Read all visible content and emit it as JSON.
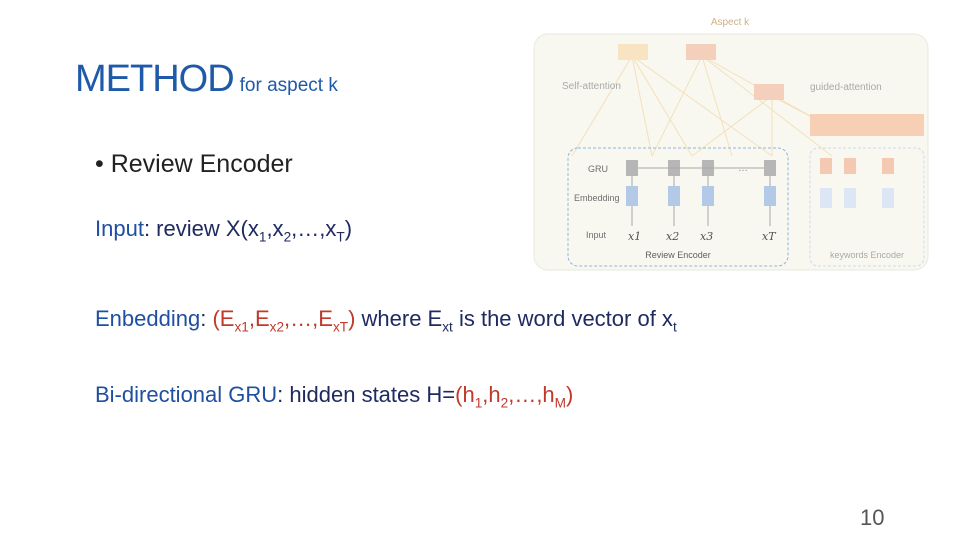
{
  "slide": {
    "title": "METHOD",
    "title_suffix": "for aspect k",
    "bullet": "Review Encoder",
    "page_number": "10"
  },
  "input_line": {
    "label": "Input",
    "text": ": review X(x",
    "s1": "1",
    "c1": ",x",
    "s2": "2",
    "c2": ",…,x",
    "s3": "T",
    "end": ")"
  },
  "embedding_line": {
    "label": "Enbedding",
    "colon": ": ",
    "p1": "(E",
    "s1": "x1",
    "c1": ",E",
    "s2": "x2",
    "c2": ",…,E",
    "s3": "xT",
    "end": ")",
    "mid": " where E",
    "s4": "xt",
    "rest": " is the word vector of x",
    "s5": "t"
  },
  "gru_line": {
    "label": "Bi-directional GRU",
    "text": ": hidden states H=",
    "p1": "(h",
    "s1": "1",
    "c1": ",h",
    "s2": "2",
    "c2": ",…,h",
    "s3": "M",
    "end": ")"
  },
  "diagram": {
    "top_label": "Aspect k",
    "self_attention": "Self-attention",
    "guided_attention": "guided-attention",
    "gru": "GRU",
    "embedding": "Embedding",
    "input": "Input",
    "review_encoder": "Review Encoder",
    "keywords_encoder": "keywords Encoder",
    "x1": "x1",
    "x2": "x2",
    "x3": "x3",
    "xT": "xT",
    "dots": "…"
  }
}
